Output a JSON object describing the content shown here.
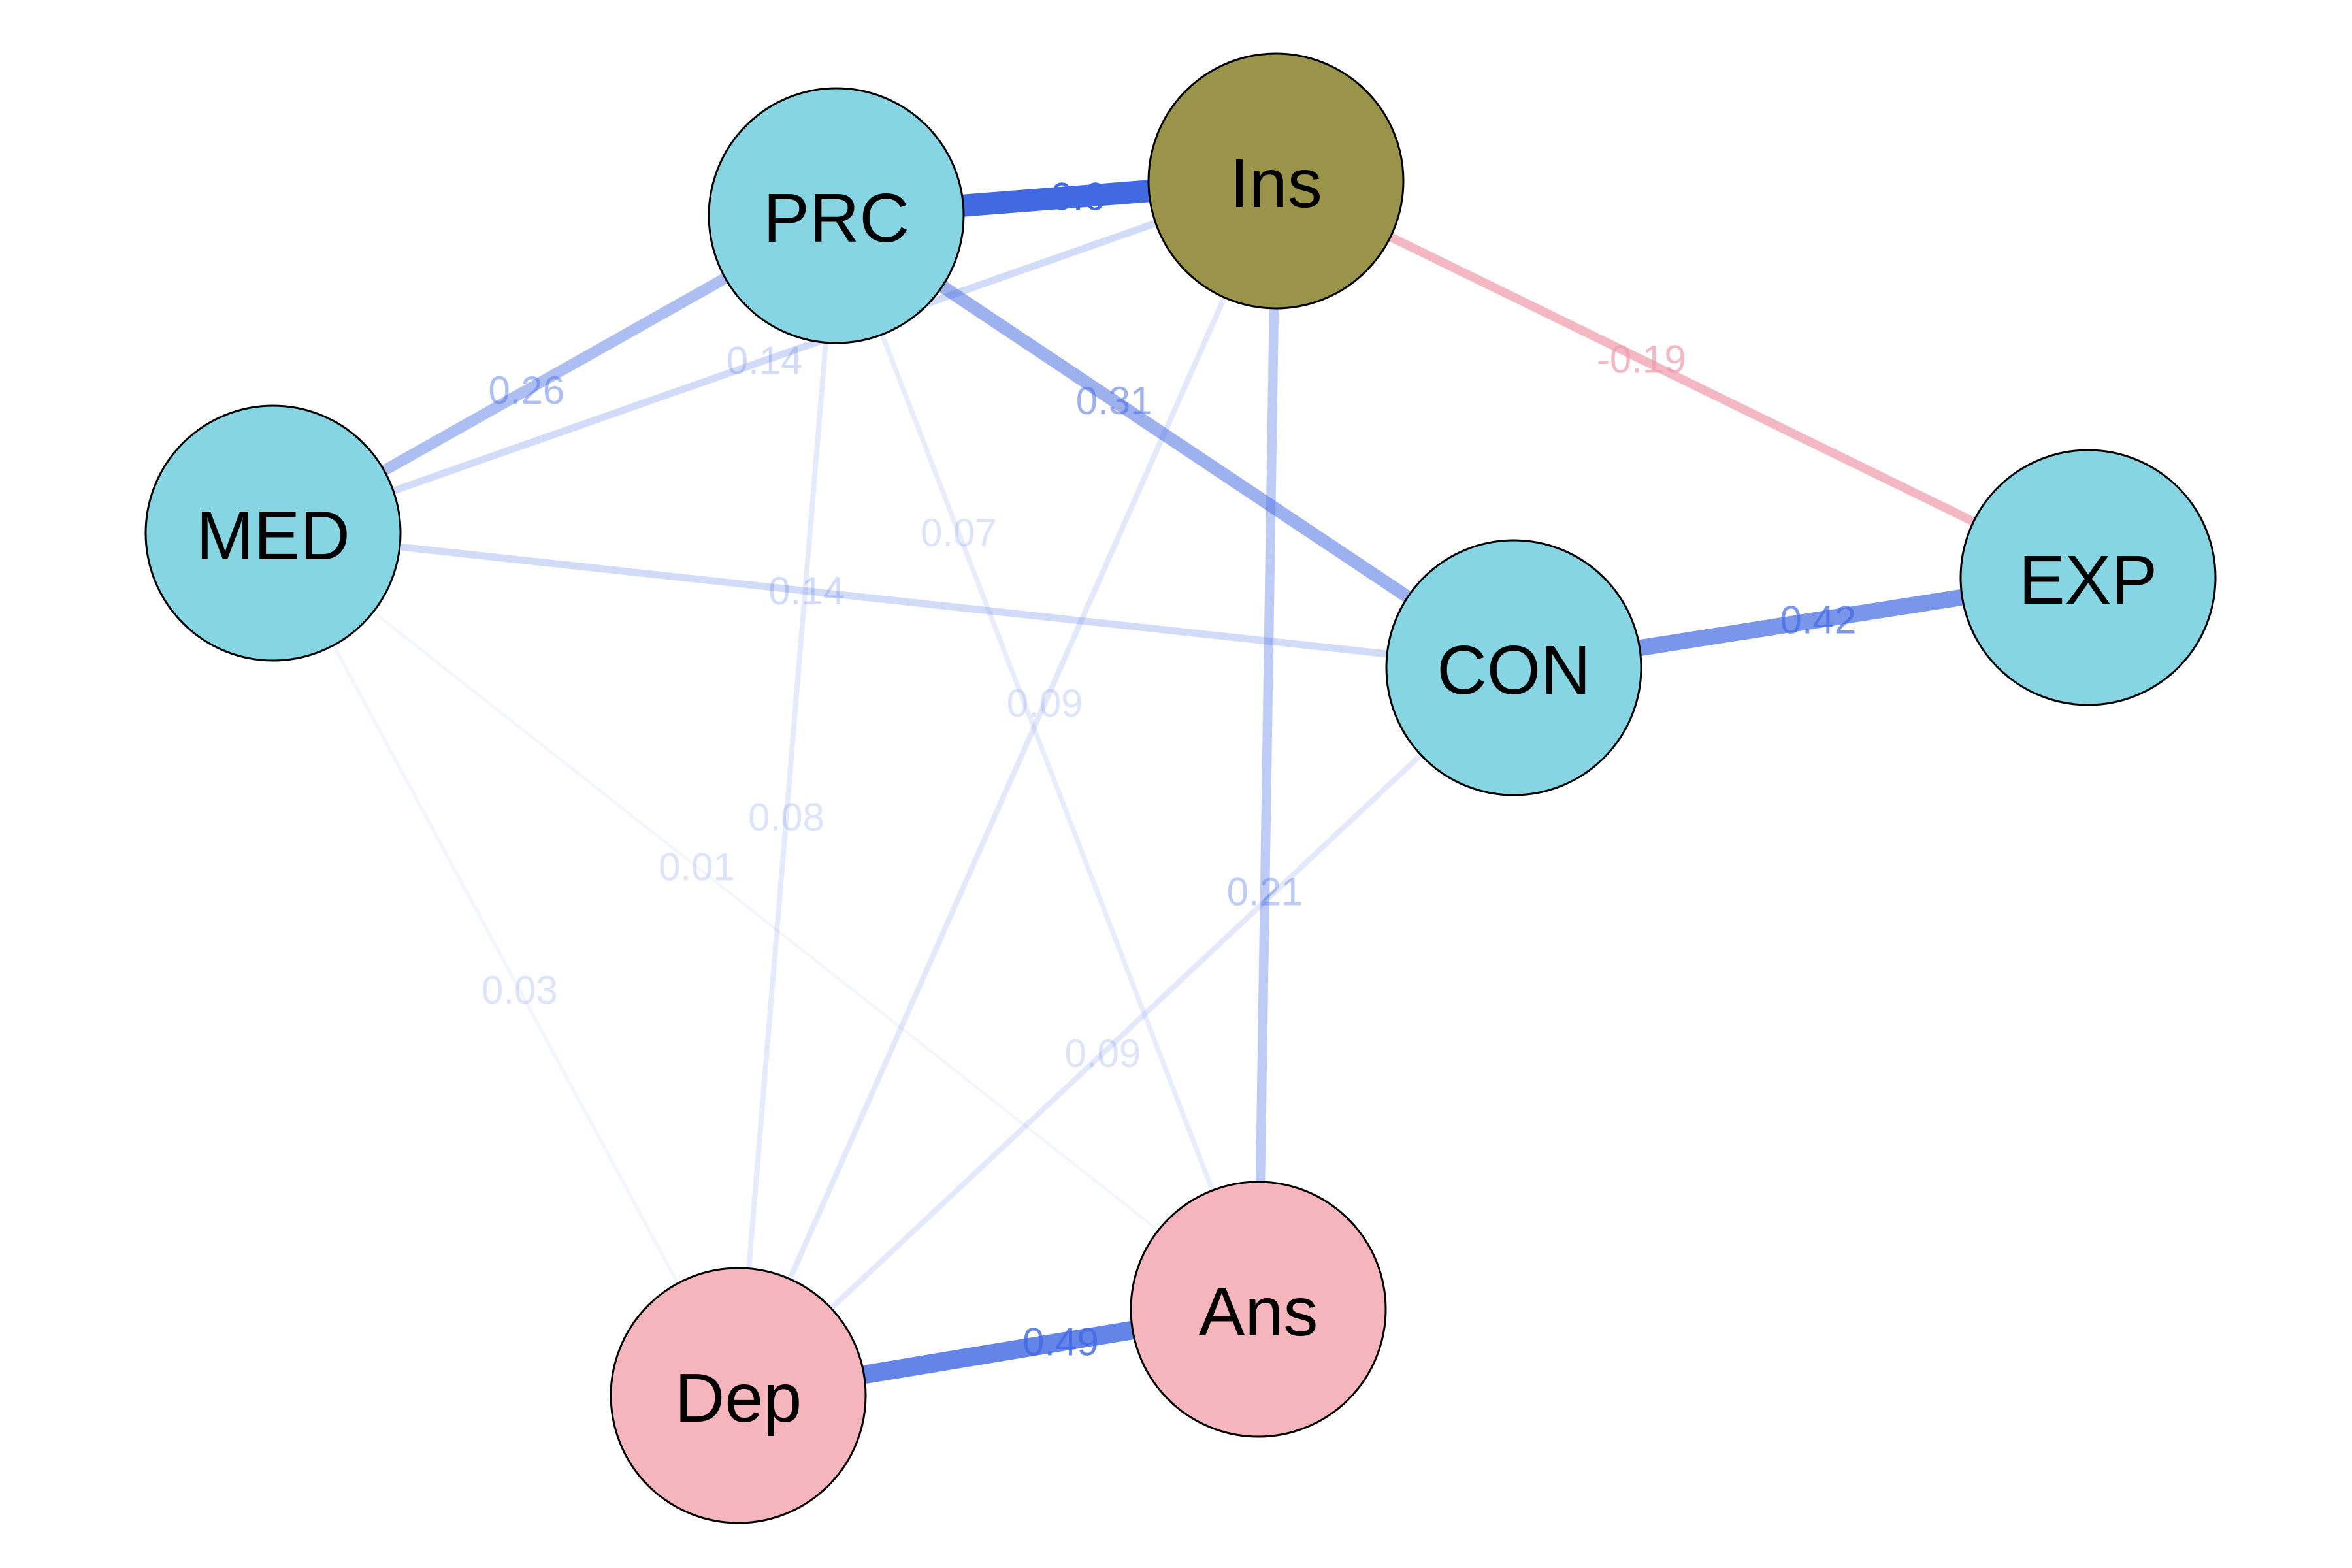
{
  "colors": {
    "positive_edge": "#4169E1",
    "negative_edge": "#EE9AAB",
    "node_blue": "#87D5E3",
    "node_olive": "#9A944A",
    "node_pink": "#F4B6BC",
    "node_border": "#000000"
  },
  "nodes": [
    {
      "id": "PRC",
      "label": "PRC",
      "color_key": "node_blue"
    },
    {
      "id": "Ins",
      "label": "Ins",
      "color_key": "node_olive"
    },
    {
      "id": "MED",
      "label": "MED",
      "color_key": "node_blue"
    },
    {
      "id": "CON",
      "label": "CON",
      "color_key": "node_blue"
    },
    {
      "id": "EXP",
      "label": "EXP",
      "color_key": "node_blue"
    },
    {
      "id": "Dep",
      "label": "Dep",
      "color_key": "node_pink"
    },
    {
      "id": "Ans",
      "label": "Ans",
      "color_key": "node_pink"
    }
  ],
  "edges": [
    {
      "from": "MED",
      "to": "Ans",
      "weight": 0.01,
      "label": "0.01"
    },
    {
      "from": "MED",
      "to": "Dep",
      "weight": 0.03,
      "label": "0.03"
    },
    {
      "from": "PRC",
      "to": "Ans",
      "weight": 0.07,
      "label": "0.07"
    },
    {
      "from": "PRC",
      "to": "Dep",
      "weight": 0.08,
      "label": "0.08"
    },
    {
      "from": "Ins",
      "to": "Dep",
      "weight": 0.09,
      "label": "0.09"
    },
    {
      "from": "CON",
      "to": "Dep",
      "weight": 0.09,
      "label": "0.09"
    },
    {
      "from": "MED",
      "to": "CON",
      "weight": 0.14,
      "label": "0.14"
    },
    {
      "from": "MED",
      "to": "Ins",
      "weight": 0.14,
      "label": "0.14"
    },
    {
      "from": "Ins",
      "to": "EXP",
      "weight": -0.19,
      "label": "-0.19"
    },
    {
      "from": "Ins",
      "to": "Ans",
      "weight": 0.21,
      "label": "0.21"
    },
    {
      "from": "MED",
      "to": "PRC",
      "weight": 0.26,
      "label": "0.26"
    },
    {
      "from": "PRC",
      "to": "CON",
      "weight": 0.31,
      "label": "0.31"
    },
    {
      "from": "CON",
      "to": "EXP",
      "weight": 0.42,
      "label": "0.42"
    },
    {
      "from": "Dep",
      "to": "Ans",
      "weight": 0.49,
      "label": "0.49"
    },
    {
      "from": "PRC",
      "to": "Ins",
      "weight": 0.6,
      "label": "0.6"
    }
  ]
}
